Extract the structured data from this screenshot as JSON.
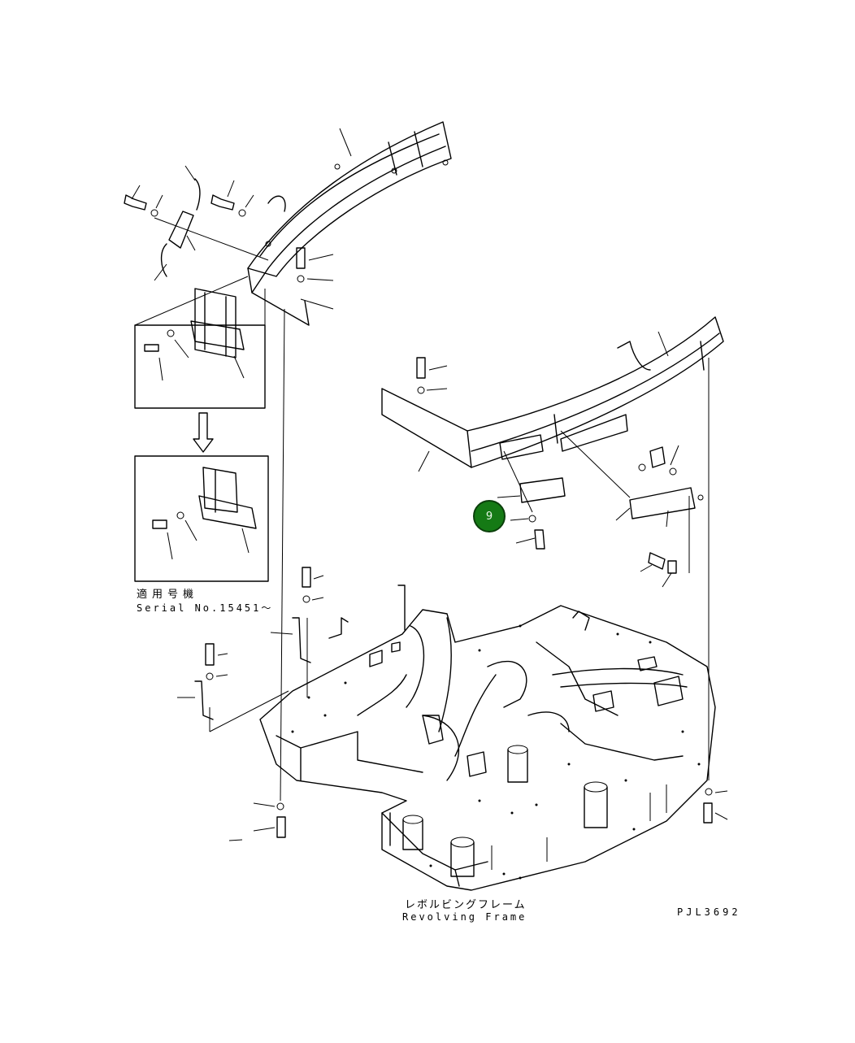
{
  "labels": {
    "serial_ja": "適用号機",
    "serial_en": "Serial No.15451〜",
    "frame_ja": "レボルビングフレーム",
    "frame_en": "Revolving Frame",
    "drawing_code": "PJL3692"
  },
  "callout": {
    "number": "9",
    "color": "#157a15"
  }
}
